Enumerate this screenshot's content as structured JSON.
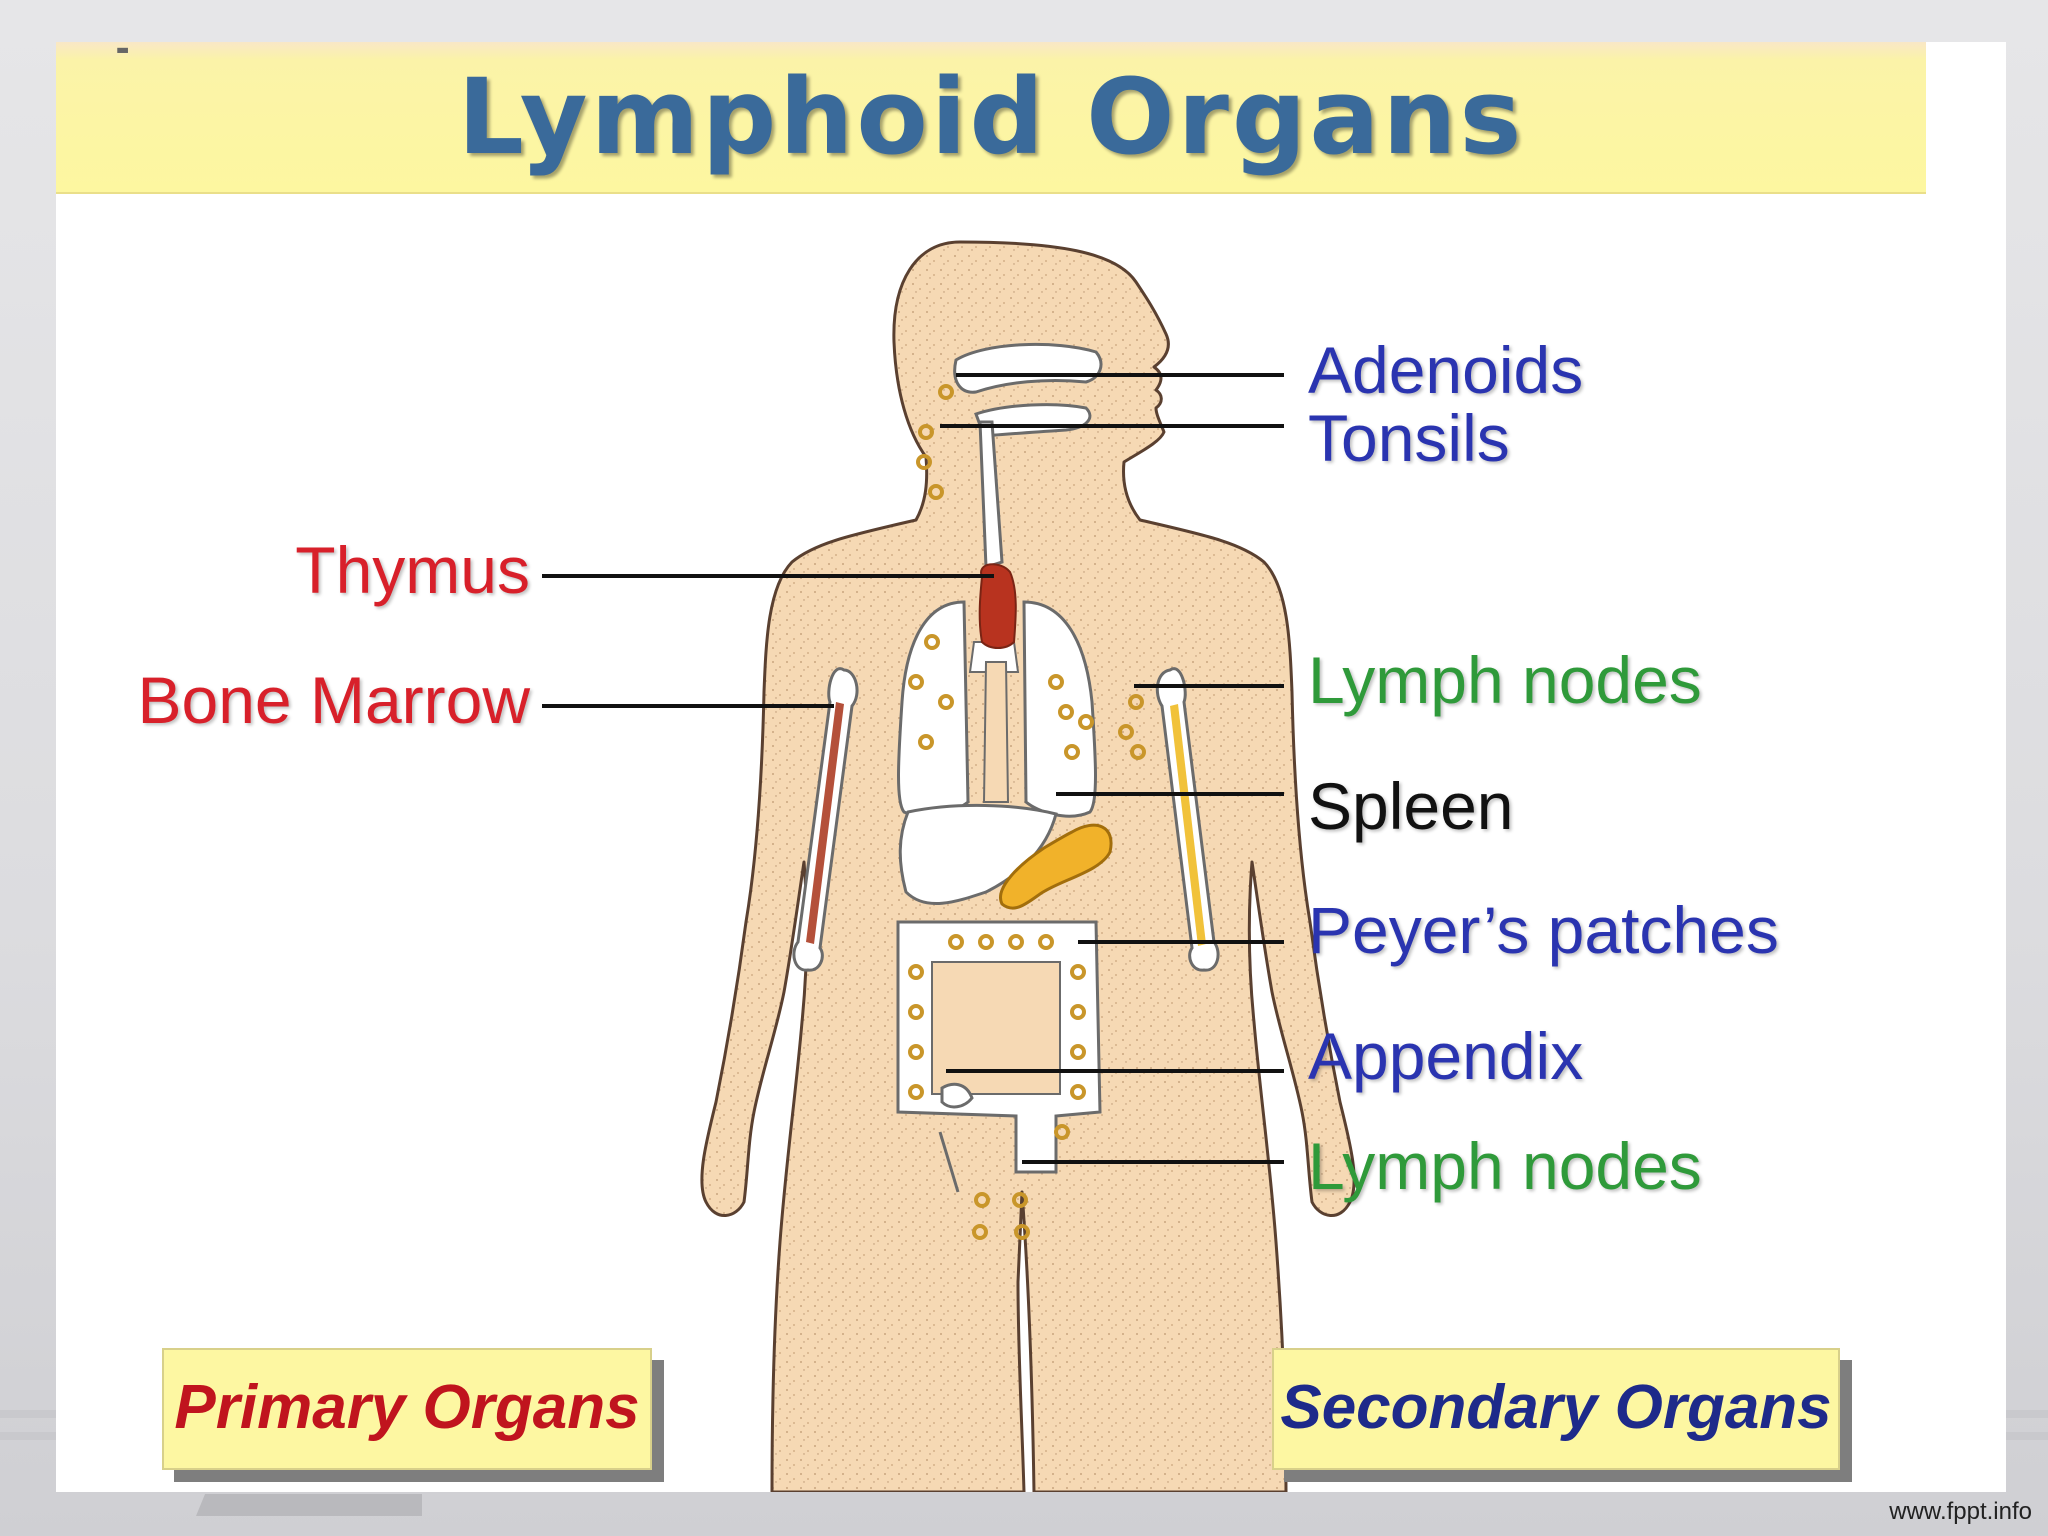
{
  "slide": {
    "title": "Lymphoid Organs",
    "watermark": "www.fppt.info"
  },
  "colors": {
    "title_blue": "#3a6a9a",
    "primary_red": "#d8202a",
    "secondary_blue": "#2a34b0",
    "lymph_green": "#2f9a3a",
    "spleen_black": "#111111",
    "skin": "#f6d9b4",
    "box_yellow": "#fdf7a2"
  },
  "labels_left": [
    {
      "text": "Thymus"
    },
    {
      "text": "Bone Marrow"
    }
  ],
  "labels_right": [
    {
      "text": "Adenoids"
    },
    {
      "text": "Tonsils"
    },
    {
      "text": "Lymph nodes"
    },
    {
      "text": "Spleen"
    },
    {
      "text": "Peyer’s patches"
    },
    {
      "text": "Appendix"
    },
    {
      "text": "Lymph nodes"
    }
  ],
  "boxes": {
    "primary": "Primary Organs",
    "secondary": "Secondary Organs"
  }
}
